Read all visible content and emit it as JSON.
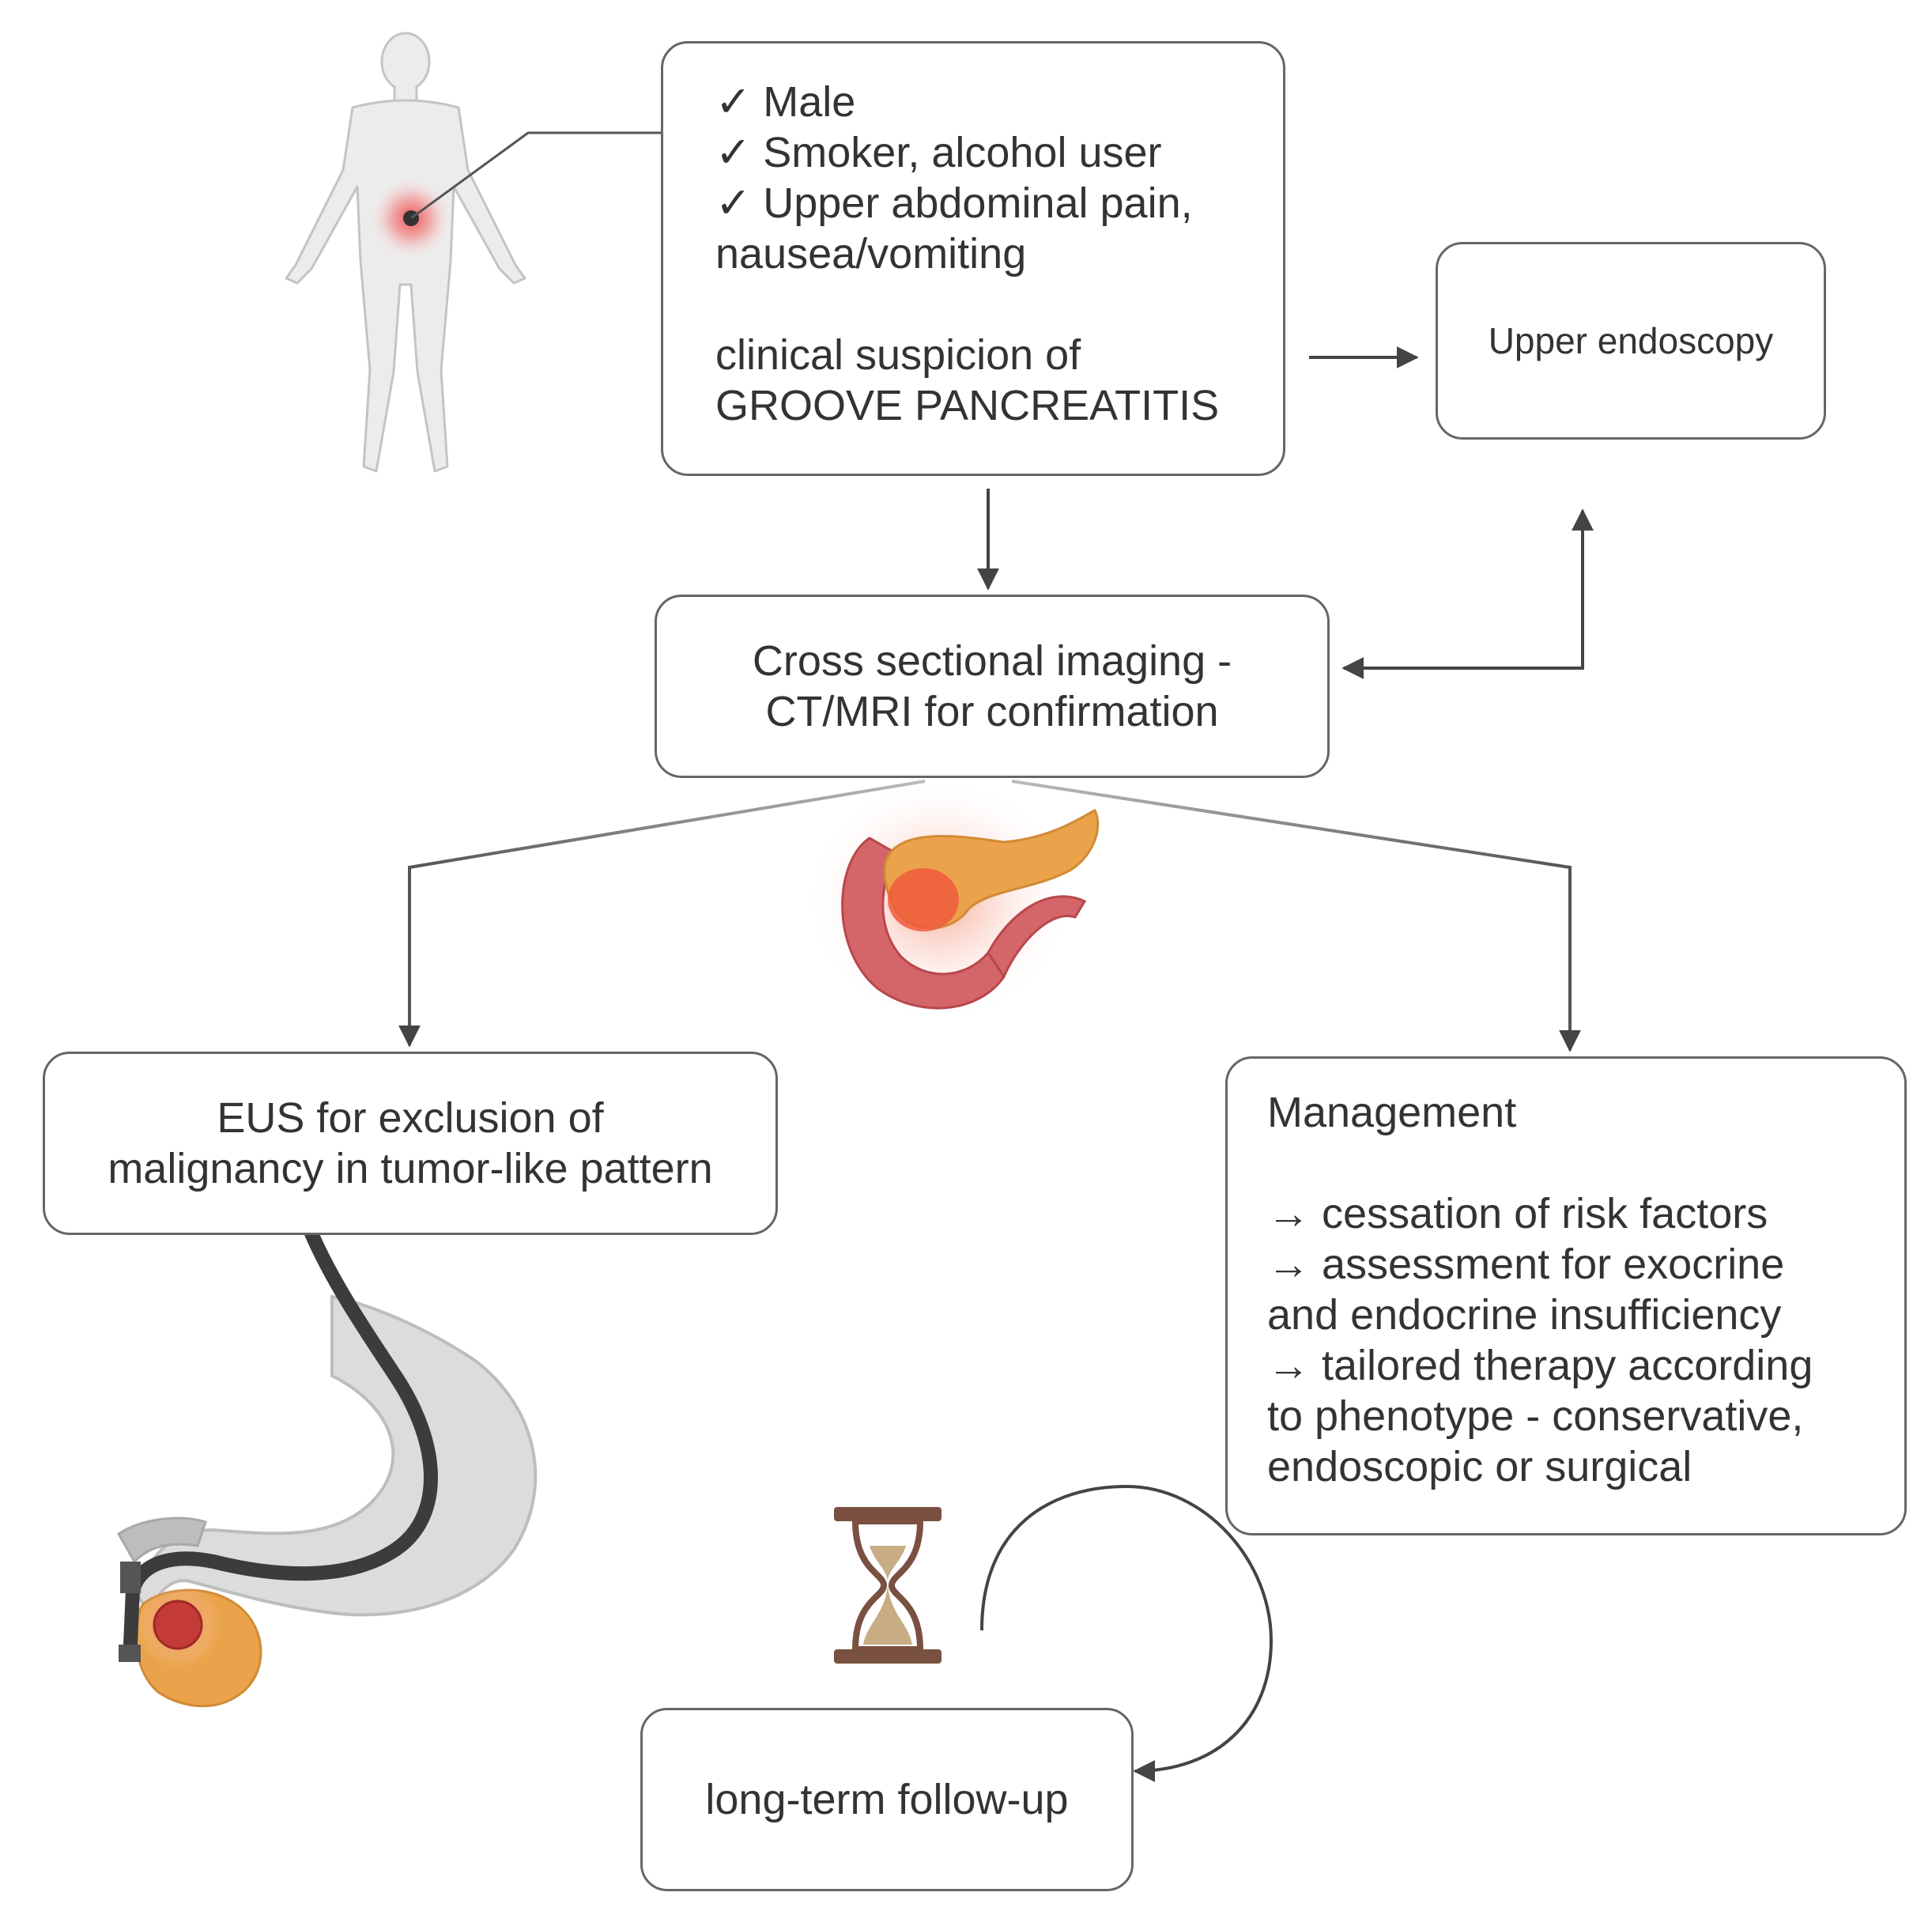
{
  "symptoms": {
    "lines": [
      "✓ Male",
      "✓ Smoker, alcohol user",
      "✓ Upper abdominal pain,",
      "nausea/vomiting"
    ],
    "suspicion": [
      "clinical suspicion of",
      "GROOVE PANCREATITIS"
    ]
  },
  "endoscopy": {
    "label": "Upper endoscopy"
  },
  "imaging": {
    "lines": [
      "Cross sectional imaging -",
      "CT/MRI for confirmation"
    ]
  },
  "eus": {
    "lines": [
      "EUS for exclusion of",
      "malignancy in tumor-like pattern"
    ]
  },
  "management": {
    "title": "Management",
    "lines": [
      "→ cessation of risk factors",
      "→ assessment for exocrine",
      "and endocrine insufficiency",
      "→ tailored therapy according",
      "to phenotype - conservative,",
      "endoscopic or surgical"
    ]
  },
  "followup": {
    "label": "long-term follow-up"
  },
  "icons": [
    "human-body-icon",
    "pancreas-icon",
    "stomach-endoscope-icon",
    "hourglass-icon"
  ],
  "colors": {
    "border": "#666666",
    "text": "#333333",
    "arrow": "#444444",
    "pain_highlight": "#f04848",
    "pancreas": "#eba34b",
    "inflamed": "#ef5a3c",
    "hourglass_frame": "#7a5040",
    "sand": "#c8ad84"
  }
}
